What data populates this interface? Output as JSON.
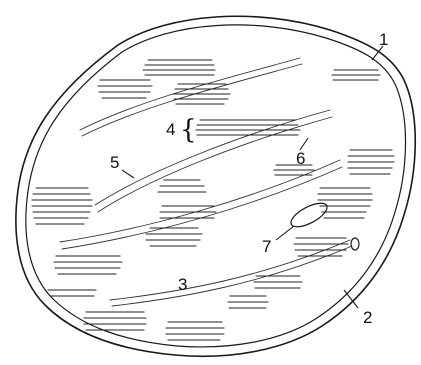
{
  "labels": {
    "l1": "1",
    "l2": "2",
    "l3": "3",
    "l4": "4",
    "l5": "5",
    "l6": "6",
    "l7": "7"
  },
  "brace_symbol": "{"
}
